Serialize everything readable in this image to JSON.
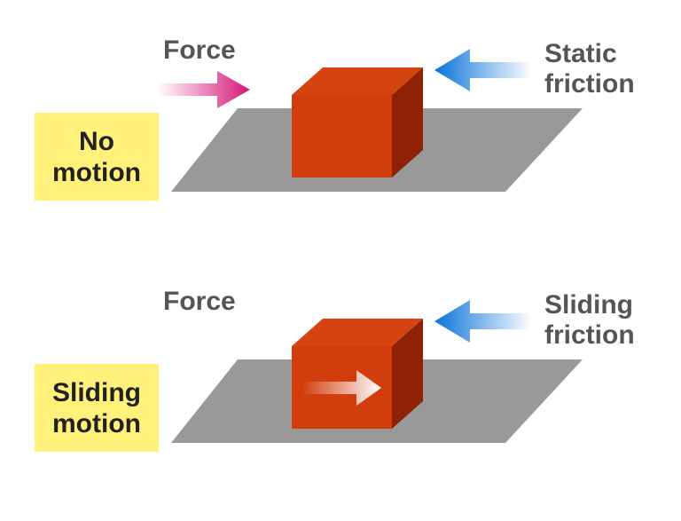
{
  "colors": {
    "force_arrow": "#d6157a",
    "friction_arrow": "#0a73d9",
    "block_front": "#d13d0c",
    "block_top": "#d54310",
    "block_side": "#8f2204",
    "floor": "#999999",
    "state_box": "#fff17a",
    "label_text": "#555555"
  },
  "panels": {
    "top": {
      "force_label": "Force",
      "friction_label": [
        "Static",
        "friction"
      ],
      "state_label": [
        "No",
        "motion"
      ],
      "show_force_arrow": true,
      "show_motion_arrow": false
    },
    "bottom": {
      "force_label": "Force",
      "friction_label": [
        "Sliding",
        "friction"
      ],
      "state_label": [
        "Sliding",
        "motion"
      ],
      "show_force_arrow": false,
      "show_motion_arrow": true
    }
  }
}
